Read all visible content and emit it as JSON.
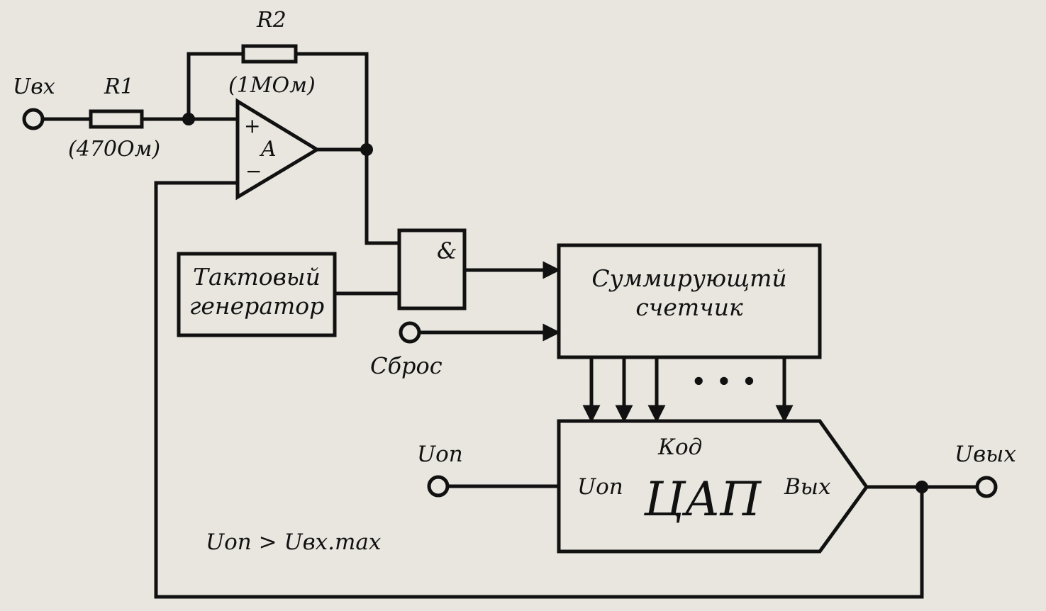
{
  "inputs": {
    "u_in": "Uвх",
    "u_ref": "Uоп",
    "u_out": "Uвых",
    "reset": "Сброс"
  },
  "components": {
    "r1_name": "R1",
    "r1_value": "(470Ом)",
    "r2_name": "R2",
    "r2_value": "(1МОм)",
    "opamp_label": "A",
    "opamp_plus": "+",
    "opamp_minus": "−",
    "and_gate": "&"
  },
  "blocks": {
    "clock_generator": "Тактовый\nгенератор",
    "counter": "Суммирующтй\nсчетчик",
    "dac_code": "Код",
    "dac_ref": "Uоп",
    "dac_name": "ЦАП",
    "dac_out": "Вых",
    "ellipsis": "• • •"
  },
  "condition": "Uоп > Uвх.max",
  "colors": {
    "ink": "#111111",
    "paper": "#e9e6df"
  }
}
